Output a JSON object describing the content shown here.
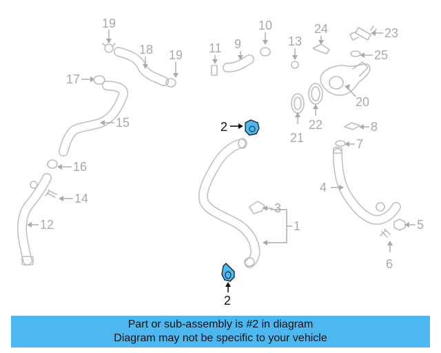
{
  "callouts": {
    "c1": "1",
    "c2a": "2",
    "c2b": "2",
    "c3": "3",
    "c4": "4",
    "c5": "5",
    "c6": "6",
    "c7": "7",
    "c8": "8",
    "c9": "9",
    "c10": "10",
    "c11": "11",
    "c12": "12",
    "c13": "13",
    "c14": "14",
    "c15": "15",
    "c16": "16",
    "c17": "17",
    "c18": "18",
    "c19a": "19",
    "c19b": "19",
    "c20": "20",
    "c21": "21",
    "c22": "22",
    "c23": "23",
    "c24": "24",
    "c25": "25"
  },
  "highlighted_part": "2",
  "colors": {
    "highlight": "#4db8f0",
    "ghost": "#bdbdbd",
    "banner": "#4db8f0"
  },
  "banner": {
    "line1": "Part or sub-assembly is #2 in diagram",
    "line2": "Diagram may not be specific to your vehicle"
  }
}
